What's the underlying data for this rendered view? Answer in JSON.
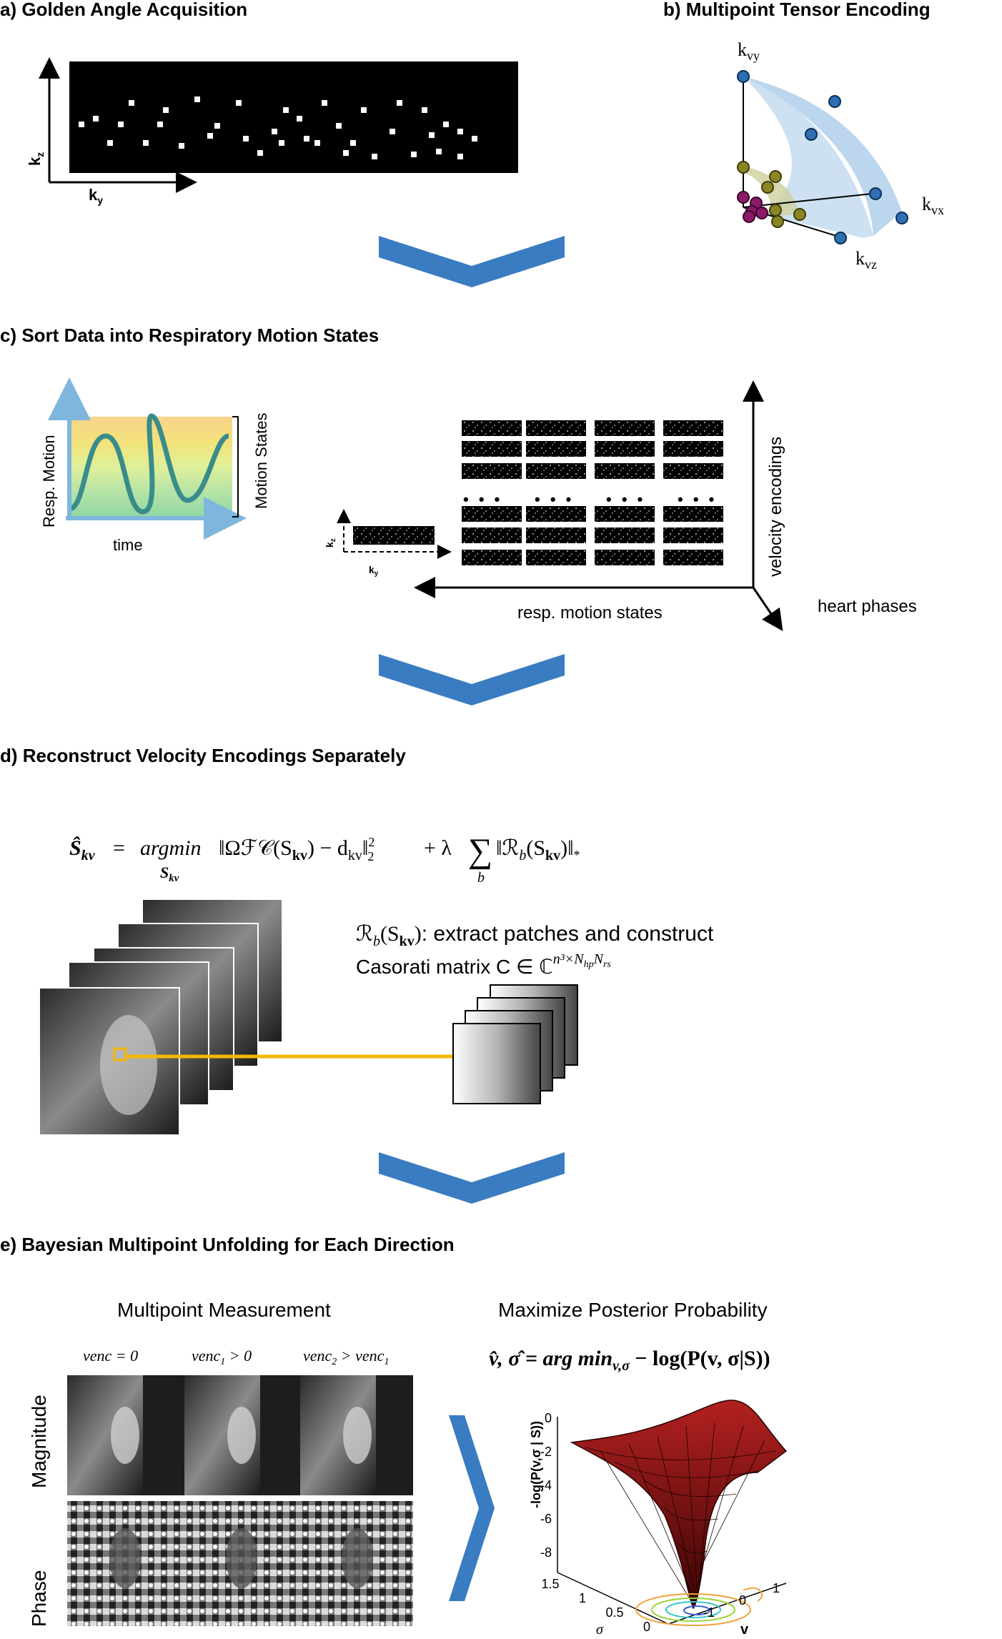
{
  "sections": {
    "a": {
      "title": "a) Golden Angle Acquisition",
      "axis_y": "k",
      "axis_y_sub": "z",
      "axis_x": "k",
      "axis_x_sub": "y"
    },
    "b": {
      "title": "b) Multipoint  Tensor Encoding",
      "axis_vy": "k",
      "axis_vy_sub": "vy",
      "axis_vx": "k",
      "axis_vx_sub": "vx",
      "axis_vz": "k",
      "axis_vz_sub": "vz"
    },
    "c": {
      "title": "c)  Sort Data into Respiratory Motion States",
      "resp_motion": "Resp. Motion",
      "time": "time",
      "motion_states": "Motion States",
      "ellipsis": "• • •",
      "velocity_encodings": "velocity encodings",
      "resp_motion_states": "resp. motion states",
      "heart_phases": "heart phases",
      "kz": "k",
      "kz_sub": "z",
      "ky": "k",
      "ky_sub": "y"
    },
    "d": {
      "title": "d) Reconstruct Velocity  Encodings  Separately",
      "equation_lhs": "Ŝ",
      "equation_lhs_sub": "kv",
      "equation_eq": "=",
      "equation_argmin": "argmin",
      "equation_argmin_sub": "S",
      "equation_argmin_subsub": "kv",
      "equation_body": "‖Ωℱ𝒞(S",
      "equation_body2": ") − d",
      "equation_body3": "‖",
      "equation_norm_sup": "2",
      "equation_norm_sub": "2",
      "equation_lambda": "+ λ",
      "equation_sum": "∑",
      "equation_sum_sub": "b",
      "equation_tail": "‖ℛ",
      "equation_tail_sub": "b",
      "equation_tail2": "(S",
      "equation_tail3": ")‖",
      "equation_star": "*",
      "rb_label": "ℛ",
      "rb_sub": "b",
      "rb_arg": "(S",
      "rb_arg_sub": "kv",
      "rb_arg_end": ")",
      "rb_text": ": extract patches and construct",
      "casorati_text": "Casorati  matrix  C ∈ ℂ",
      "casorati_sup": "n³×N",
      "casorati_sup_sub1": "hp",
      "casorati_sup_mid": "N",
      "casorati_sup_sub2": "rs"
    },
    "e": {
      "title": "e) Bayesian Multipoint Unfolding for Each Direction",
      "multipoint_measurement": "Multipoint  Measurement",
      "maximize_posterior": "Maximize  Posterior Probability",
      "venc0": "venc = 0",
      "venc1": "venc",
      "venc1_sub": "1",
      "venc1_rest": " > 0",
      "venc2": "venc",
      "venc2_sub": "2",
      "venc2_rest": " > venc",
      "venc2_rest_sub": "1",
      "magnitude": "Magnitude",
      "phase": "Phase",
      "map_equation": "v̂, σ̂ = arg min",
      "map_equation_sub": "v,σ",
      "map_equation_rest": " − log(P(v, σ|S))",
      "plot_zlabel": "-log(P(v,σ | S))",
      "plot_z_ticks": [
        "0",
        "-2",
        "-4",
        "-6",
        "-8"
      ],
      "plot_sigma_ticks": [
        "1.5",
        "1",
        "0.5",
        "0"
      ],
      "plot_v_ticks": [
        "-1",
        "0",
        "1"
      ],
      "plot_sigma_label": "σ",
      "plot_v_label": "v"
    }
  },
  "colors": {
    "chevron": "#3a7cc1",
    "blue_dot": "#2f6fb3",
    "olive_dot": "#7d7a22",
    "magenta_dot": "#8b1a6b",
    "yellow_line": "#f5b800",
    "surface": "#7a1010"
  }
}
